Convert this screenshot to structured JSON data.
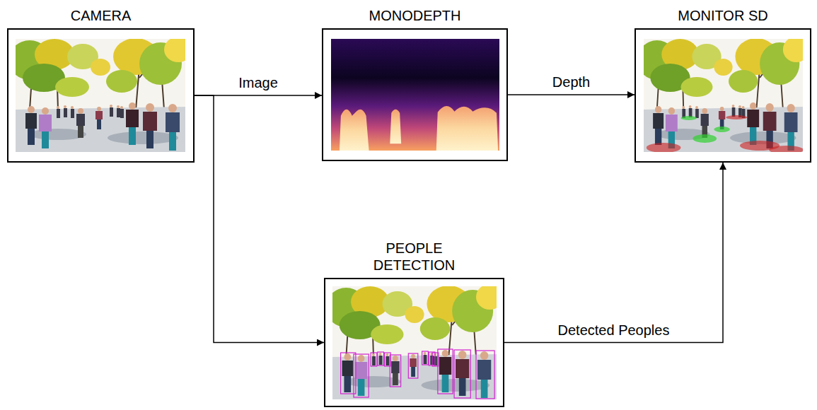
{
  "diagram": {
    "nodes": [
      {
        "text": [
          "CAMERA"
        ]
      },
      {
        "text": [
          "MONODEPTH"
        ]
      },
      {
        "text": [
          "MONITOR SD"
        ]
      },
      {
        "text": [
          "PEOPLE DETECTION"
        ]
      }
    ],
    "edges": [
      {
        "from": 0,
        "to": 1,
        "label": "Image",
        "arrow": "to"
      },
      {
        "from": 1,
        "to": 2,
        "label": "Depth",
        "arrow": "to"
      },
      {
        "from": 0,
        "to": 3,
        "arrow": "to"
      },
      {
        "from": 3,
        "to": 2,
        "label": "Detected Peoples",
        "arrow": "to"
      }
    ]
  }
}
